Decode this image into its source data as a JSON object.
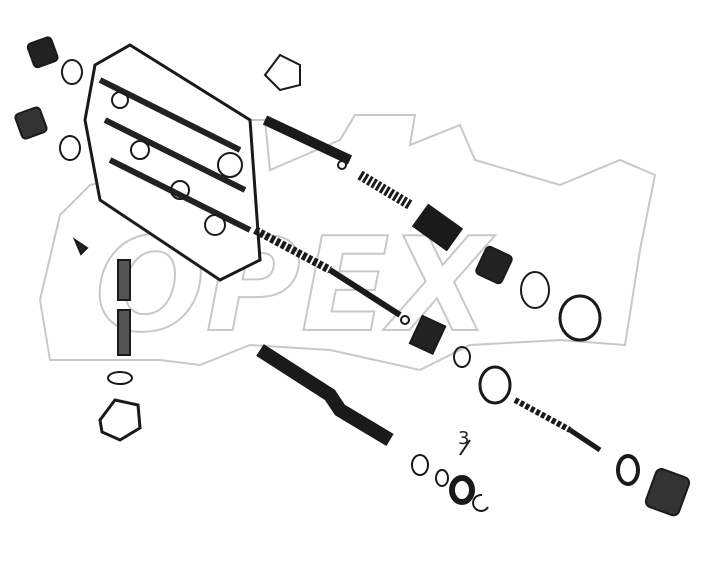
{
  "diagram": {
    "watermark": "OPEX",
    "callouts": [
      {
        "id": "part-3",
        "text": "3"
      }
    ],
    "colors": {
      "ink": "#1a1a1a",
      "watermark": "#cfcfcf",
      "paper": "#ffffff"
    }
  }
}
